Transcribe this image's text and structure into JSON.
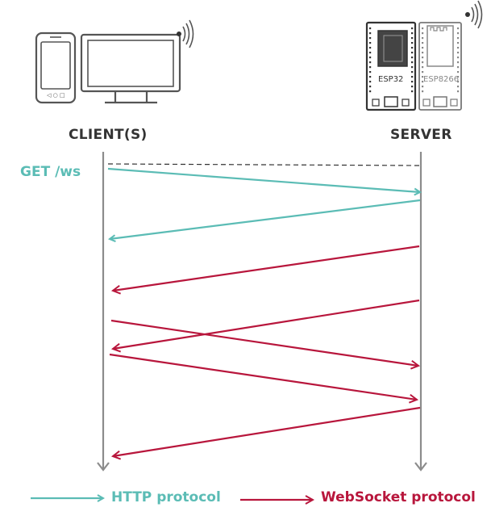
{
  "client": {
    "label": "CLIENT(S)"
  },
  "server": {
    "label": "SERVER"
  },
  "request": {
    "label": "GET /ws"
  },
  "boards": {
    "left": "ESP32",
    "right": "ESP8266"
  },
  "legend": {
    "http": "HTTP protocol",
    "websocket": "WebSocket protocol"
  },
  "colors": {
    "http": "#5bbcb5",
    "websocket": "#b8163c",
    "timeline": "#8c8c8c",
    "outline": "#555555"
  },
  "messages": [
    {
      "protocol": "http",
      "direction": "client-to-server"
    },
    {
      "protocol": "http",
      "direction": "server-to-client"
    },
    {
      "protocol": "websocket",
      "direction": "server-to-client"
    },
    {
      "protocol": "websocket",
      "direction": "server-to-client"
    },
    {
      "protocol": "websocket",
      "direction": "client-to-server"
    },
    {
      "protocol": "websocket",
      "direction": "client-to-server"
    },
    {
      "protocol": "websocket",
      "direction": "server-to-client"
    }
  ]
}
